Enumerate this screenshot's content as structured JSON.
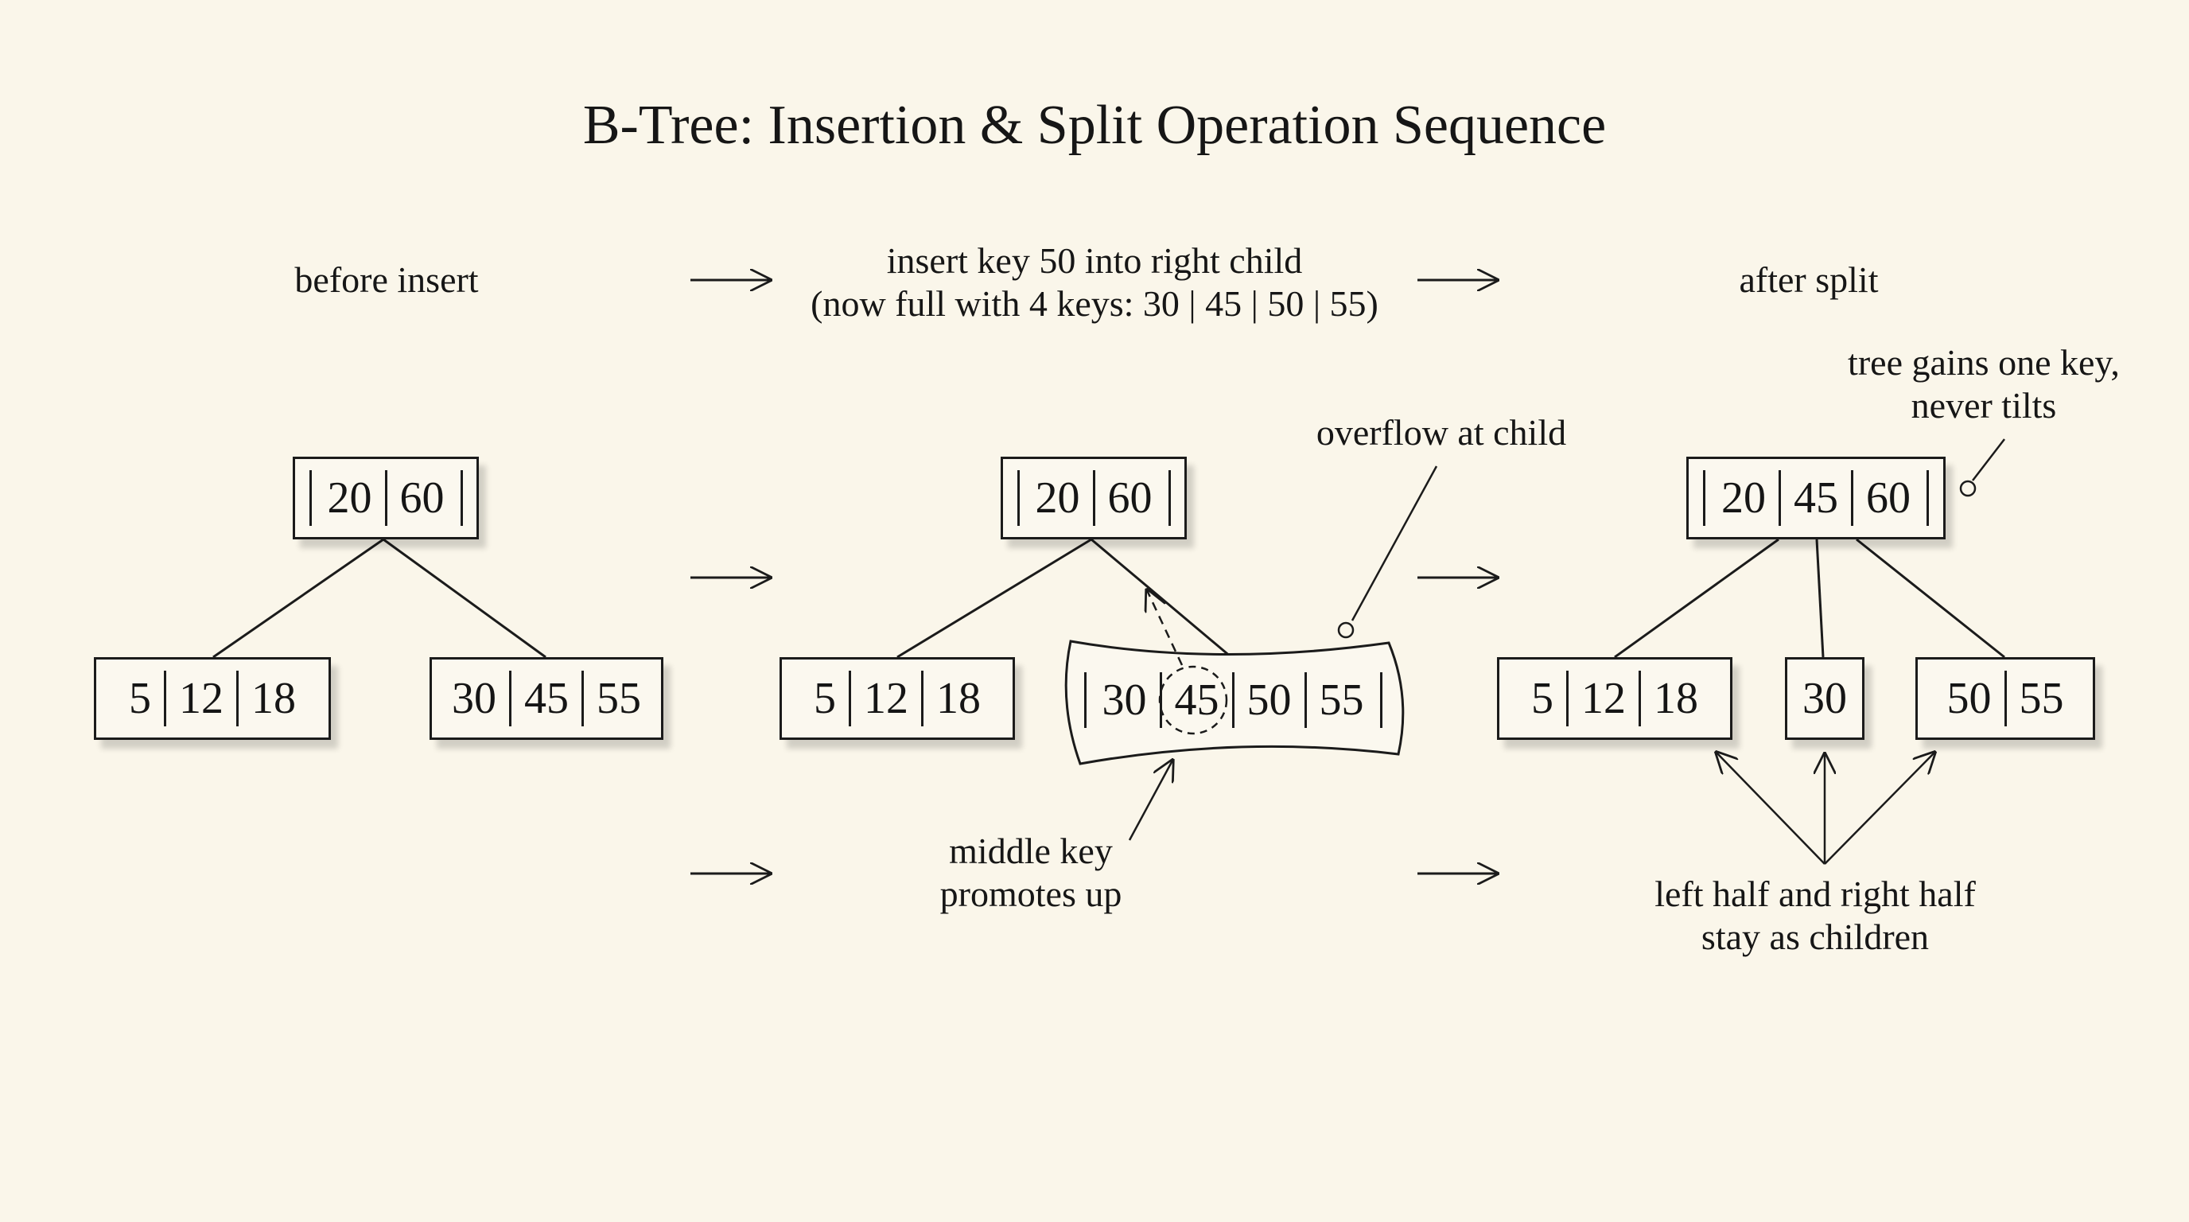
{
  "title": "B-Tree: Insertion & Split Operation Sequence",
  "captions": {
    "before": "before insert",
    "insert_line1": "insert key 50 into right child",
    "insert_line2": "(now full with 4 keys: 30 | 45 | 50 | 55)",
    "after": "after split"
  },
  "trees": {
    "before": {
      "root": [
        "20",
        "60"
      ],
      "left": [
        "5",
        "12",
        "18"
      ],
      "right": [
        "30",
        "45",
        "55"
      ]
    },
    "during": {
      "root": [
        "20",
        "60"
      ],
      "left": [
        "5",
        "12",
        "18"
      ],
      "overflow": [
        "30",
        "45",
        "50",
        "55"
      ],
      "promoted_key": "45"
    },
    "after": {
      "root": [
        "20",
        "45",
        "60"
      ],
      "left": [
        "5",
        "12",
        "18"
      ],
      "middle": [
        "30"
      ],
      "right": [
        "50",
        "55"
      ]
    }
  },
  "annotations": {
    "overflow": "overflow at child",
    "middle_line1": "middle key",
    "middle_line2": "promotes up",
    "gains_line1": "tree gains one key,",
    "gains_line2": "never tilts",
    "halves_line1": "left half and right half",
    "halves_line2": "stay as children"
  }
}
